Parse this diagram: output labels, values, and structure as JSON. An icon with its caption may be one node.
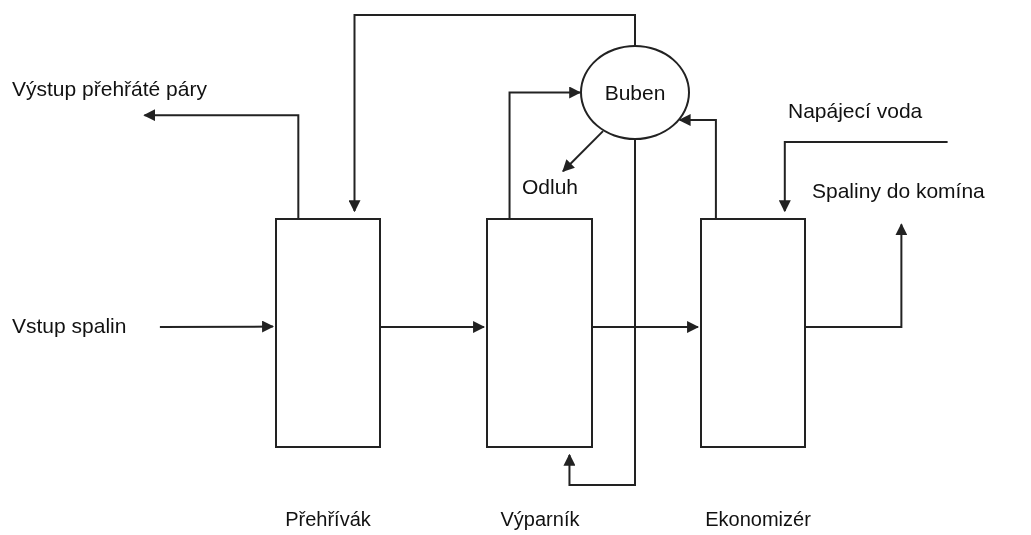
{
  "diagram": {
    "nodes": [
      {
        "text": [],
        "shape": "box",
        "beside": [
          "Přehřívák"
        ]
      },
      {
        "text": [],
        "shape": "box",
        "beside": [
          "Výparník"
        ]
      },
      {
        "text": [],
        "shape": "box",
        "beside": [
          "Ekonomizér"
        ]
      },
      {
        "text": [
          "Buben"
        ]
      },
      {
        "text": [
          "Výstup přehřáté páry"
        ]
      },
      {
        "text": [
          "Vstup spalin"
        ]
      },
      {
        "text": [
          "Odluh"
        ]
      },
      {
        "text": [
          "Napájecí voda"
        ]
      },
      {
        "text": [
          "Spaliny do komína"
        ]
      }
    ],
    "edges": [
      {
        "from": 0,
        "to": 4,
        "arrow": "to"
      },
      {
        "from": 3,
        "to": 0,
        "arrow": "to"
      },
      {
        "from": 5,
        "to": 0,
        "arrow": "to"
      },
      {
        "from": 0,
        "to": 1,
        "arrow": "to"
      },
      {
        "from": 1,
        "to": 2,
        "arrow": "to"
      },
      {
        "from": 1,
        "to": 3,
        "arrow": "to"
      },
      {
        "from": 3,
        "to": 6,
        "arrow": "to"
      },
      {
        "from": 3,
        "to": 1,
        "arrow": "to"
      },
      {
        "from": 2,
        "to": 3,
        "arrow": "to"
      },
      {
        "from": 7,
        "to": 2,
        "arrow": "to"
      },
      {
        "from": 2,
        "to": 8,
        "arrow": "to"
      }
    ]
  }
}
